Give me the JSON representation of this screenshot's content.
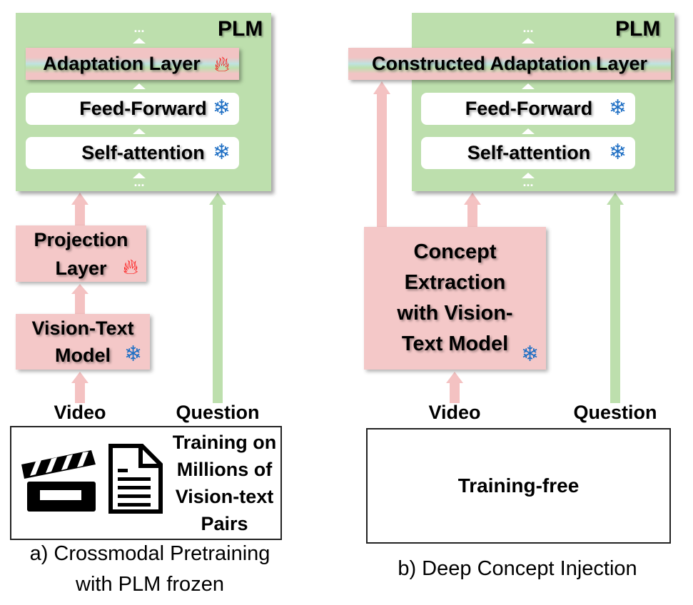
{
  "left": {
    "plm_label": "PLM",
    "layers": [
      "Adaptation Layer",
      "Feed-Forward",
      "Self-attention"
    ],
    "projection": "Projection Layer",
    "vision_text": "Vision-Text Model",
    "input_video": "Video",
    "input_question": "Question",
    "training_text": "Training on Millions of Vision-text Pairs",
    "caption_line1": "a) Crossmodal Pretraining",
    "caption_line2": "with PLM frozen"
  },
  "right": {
    "plm_label": "PLM",
    "constructed": "Constructed Adaptation Layer",
    "layers": [
      "Feed-Forward",
      "Self-attention"
    ],
    "concept": "Concept Extraction with Vision-Text Model",
    "input_video": "Video",
    "input_question": "Question",
    "training_text": "Training-free",
    "caption": "b) Deep Concept Injection"
  },
  "icons": {
    "trainable": "fire-icon",
    "frozen": "snowflake-icon",
    "video": "clapperboard-icon",
    "text": "document-icon"
  },
  "colors": {
    "plm": "#bddfad",
    "vision": "#f4c8c8",
    "frozen": "#1f6fc4",
    "trainable": "#ff0000"
  }
}
